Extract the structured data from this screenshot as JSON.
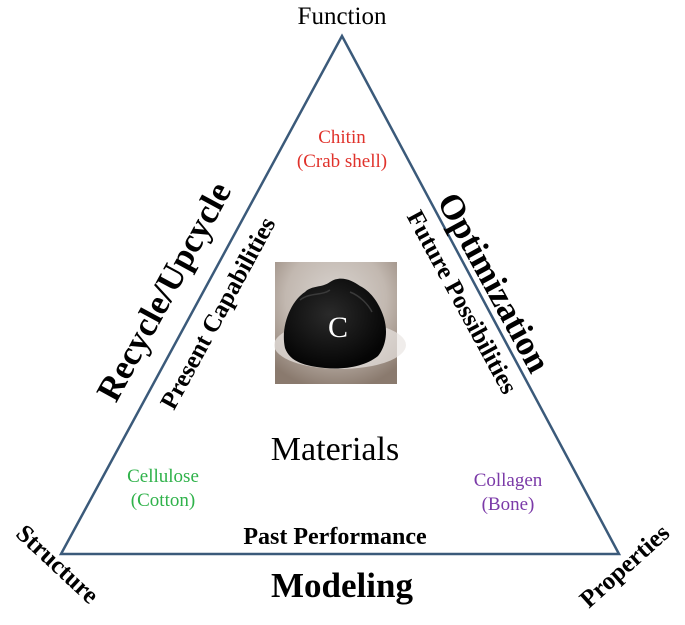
{
  "vertices": {
    "top": "Function",
    "left": "Structure",
    "right": "Properties"
  },
  "outer_edges": {
    "left": "Recycle/Upcycle",
    "right": "Optimization",
    "bottom": "Modeling"
  },
  "inner_edges": {
    "left": "Present Capabilities",
    "right": "Future Possibilities",
    "bottom": "Past Performance"
  },
  "center_label": "Materials",
  "photo_letter": "C",
  "examples": {
    "top": {
      "name": "Chitin",
      "detail": "(Crab shell)",
      "color": "#e0322b"
    },
    "left": {
      "name": "Cellulose",
      "detail": "(Cotton)",
      "color": "#2fb24a"
    },
    "right": {
      "name": "Collagen",
      "detail": "(Bone)",
      "color": "#7b3aa8"
    }
  },
  "colors": {
    "triangle_stroke": "#3b5a7a",
    "text": "#000000"
  }
}
